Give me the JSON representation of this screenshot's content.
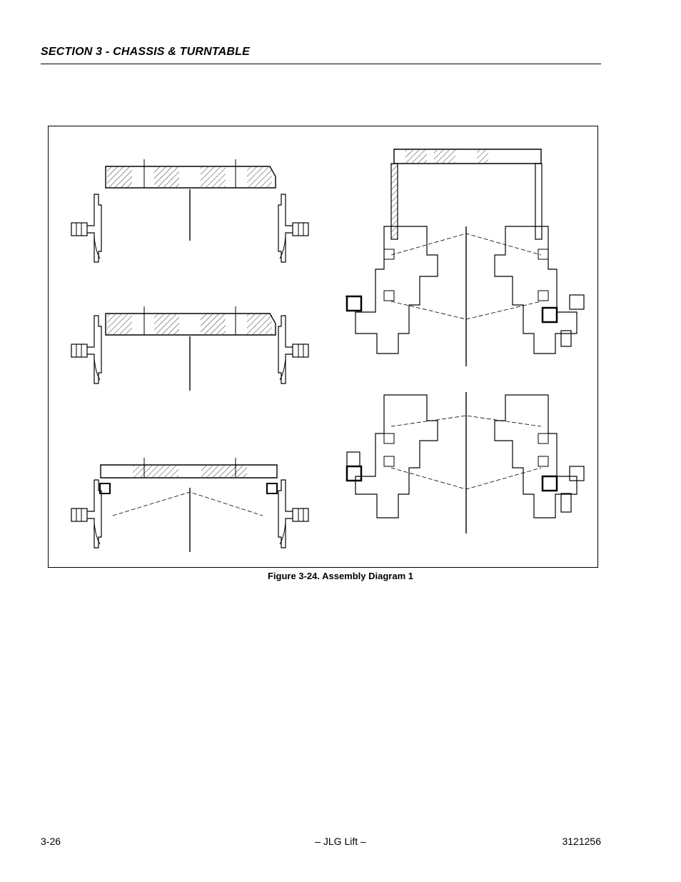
{
  "header": {
    "section_title": "SECTION 3 - CHASSIS & TURNTABLE"
  },
  "figure": {
    "caption": "Figure 3-24.  Assembly Diagram 1"
  },
  "footer": {
    "page_number": "3-26",
    "publisher": "– JLG Lift –",
    "doc_number": "3121256"
  }
}
